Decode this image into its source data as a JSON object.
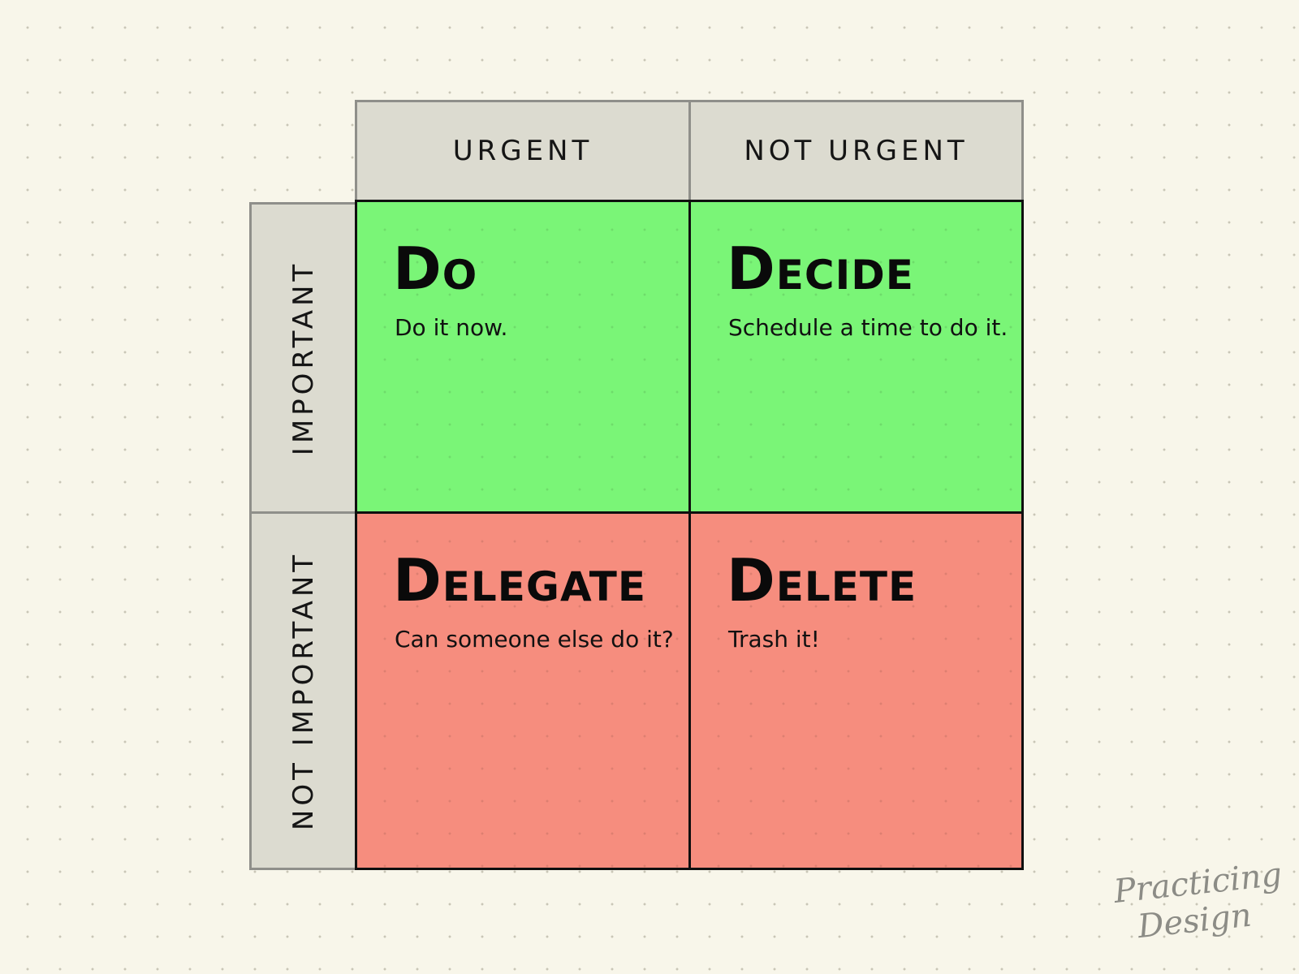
{
  "columns": [
    "URGENT",
    "NOT URGENT"
  ],
  "rows": [
    "IMPORTANT",
    "NOT IMPORTANT"
  ],
  "quadrants": {
    "do": {
      "title": "Do",
      "subtitle": "Do it now.",
      "color": "#7af577"
    },
    "decide": {
      "title": "Decide",
      "subtitle": "Schedule a time to do it.",
      "color": "#7af577"
    },
    "delegate": {
      "title": "Delegate",
      "subtitle": "Can someone else do it?",
      "color": "#f68d7e"
    },
    "delete": {
      "title": "Delete",
      "subtitle": "Trash it!",
      "color": "#f68d7e"
    }
  },
  "watermark": {
    "line1": "Practicing",
    "line2": "Design"
  },
  "colors": {
    "background": "#f8f6ea",
    "header": "#dcdbd0",
    "important": "#7af577",
    "not_important": "#f68d7e"
  }
}
